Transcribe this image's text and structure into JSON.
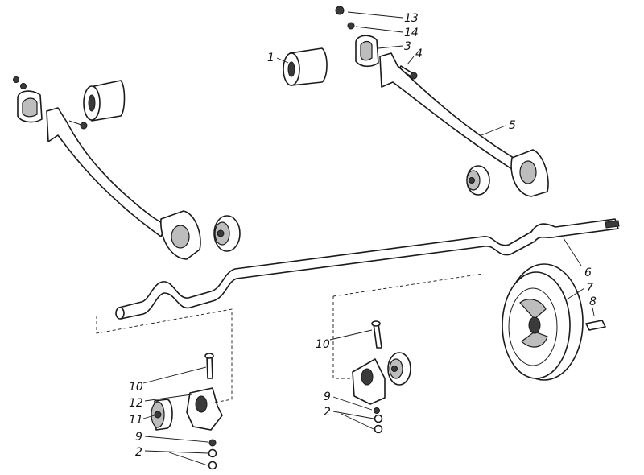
{
  "labels": {
    "l1": "1",
    "l2a": "2",
    "l2b": "2",
    "l3": "3",
    "l4": "4",
    "l5": "5",
    "l6": "6",
    "l7": "7",
    "l8": "8",
    "l9a": "9",
    "l9b": "9",
    "l10a": "10",
    "l10b": "10",
    "l11": "11",
    "l12": "12",
    "l13": "13",
    "l14": "14"
  },
  "colors": {
    "ink": "#1a1a1a",
    "shade": "#bdbdbd",
    "paper": "#ffffff"
  }
}
